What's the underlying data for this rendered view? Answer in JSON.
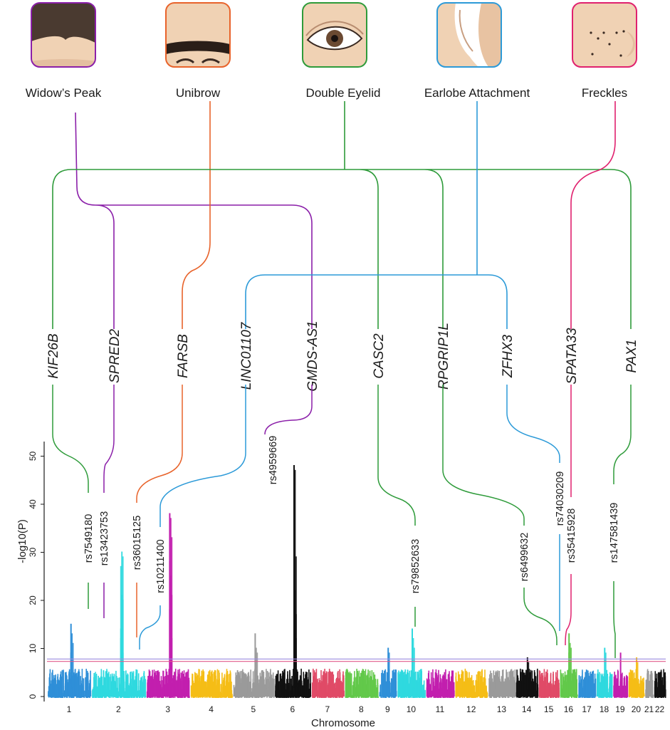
{
  "traits": [
    {
      "label": "Widow’s Peak",
      "color": "#8B1FA9",
      "icon": "widows-peak-icon"
    },
    {
      "label": "Unibrow",
      "color": "#E8632B",
      "icon": "unibrow-icon"
    },
    {
      "label": "Double Eyelid",
      "color": "#2E9B3A",
      "icon": "double-eyelid-icon"
    },
    {
      "label": "Earlobe Attachment",
      "color": "#2C9AD8",
      "icon": "earlobe-icon"
    },
    {
      "label": "Freckles",
      "color": "#E0216E",
      "icon": "freckles-icon"
    }
  ],
  "genes": [
    {
      "label": "KIF26B",
      "color": "#2E9B3A"
    },
    {
      "label": "SPRED2",
      "color": "#8B1FA9"
    },
    {
      "label": "FARSB",
      "color": "#E8632B"
    },
    {
      "label": "LINC01107",
      "color": "#2C9AD8"
    },
    {
      "label": "GMDS-AS1",
      "color": "#8B1FA9"
    },
    {
      "label": "CASC2",
      "color": "#2E9B3A"
    },
    {
      "label": "RPGRIP1L",
      "color": "#2E9B3A"
    },
    {
      "label": "ZFHX3",
      "color": "#2C9AD8"
    },
    {
      "label": "SPATA33",
      "color": "#E0216E"
    },
    {
      "label": "PAX1",
      "color": "#2E9B3A"
    }
  ],
  "snps": [
    {
      "label": "rs7549180",
      "chr": "1",
      "y": 15,
      "color": "#2E9B3A"
    },
    {
      "label": "rs13423753",
      "chr": "2",
      "y": 14,
      "color": "#8B1FA9"
    },
    {
      "label": "rs36015125",
      "chr": "2",
      "y": 9,
      "color": "#E8632B"
    },
    {
      "label": "rs10211400",
      "chr": "2",
      "y": 11,
      "color": "#2C9AD8"
    },
    {
      "label": "rs4959669",
      "chr": "6",
      "y": 48,
      "color": "#8B1FA9"
    },
    {
      "label": "rs79852633",
      "chr": "10",
      "y": 14,
      "color": "#2E9B3A"
    },
    {
      "label": "rs6499632",
      "chr": "16",
      "y": 10,
      "color": "#2E9B3A"
    },
    {
      "label": "rs74030209",
      "chr": "16",
      "y": 13,
      "color": "#2C9AD8"
    },
    {
      "label": "rs35415928",
      "chr": "16",
      "y": 11,
      "color": "#E0216E"
    },
    {
      "label": "rs147581439",
      "chr": "20",
      "y": 8,
      "color": "#2E9B3A"
    }
  ],
  "chart_data": {
    "type": "scatter",
    "subtype": "manhattan",
    "xlabel": "Chromosome",
    "ylabel": "-log10(P)",
    "ylim": [
      0,
      55
    ],
    "yticks": [
      0,
      10,
      20,
      30,
      40,
      50
    ],
    "chromosomes": [
      "1",
      "2",
      "3",
      "4",
      "5",
      "6",
      "7",
      "8",
      "9",
      "10",
      "11",
      "12",
      "13",
      "14",
      "15",
      "16",
      "17",
      "18",
      "19",
      "20",
      "21",
      "22"
    ],
    "chromosome_colors": [
      "#2F8FD8",
      "#2FD9DF",
      "#C21FAE",
      "#F5BD16",
      "#9A9A9A",
      "#111111",
      "#E04A67",
      "#62C94A",
      "#2F8FD8",
      "#2FD9DF",
      "#C21FAE",
      "#F5BD16",
      "#9A9A9A",
      "#111111",
      "#E04A67",
      "#62C94A",
      "#2F8FD8",
      "#2FD9DF",
      "#C21FAE",
      "#F5BD16",
      "#9A9A9A",
      "#111111"
    ],
    "threshold_lines": [
      {
        "value": 7.3,
        "color": "#E05A8A"
      },
      {
        "value": 7.8,
        "color": "#9C8CE0"
      }
    ],
    "peaks": [
      {
        "chr": "1",
        "values": [
          15,
          13,
          11,
          9
        ]
      },
      {
        "chr": "2",
        "values": [
          14,
          30,
          29,
          27,
          21,
          20,
          12,
          10,
          9
        ]
      },
      {
        "chr": "3",
        "values": [
          38,
          37,
          33,
          28,
          25,
          21,
          18,
          15,
          12
        ]
      },
      {
        "chr": "5",
        "values": [
          13,
          10,
          9
        ]
      },
      {
        "chr": "6",
        "values": [
          48,
          47,
          29,
          25,
          22,
          17,
          15,
          13,
          12,
          11
        ]
      },
      {
        "chr": "9",
        "values": [
          10,
          9
        ]
      },
      {
        "chr": "10",
        "values": [
          14,
          12,
          10
        ]
      },
      {
        "chr": "14",
        "values": [
          8,
          7
        ]
      },
      {
        "chr": "16",
        "values": [
          13,
          11,
          10,
          9
        ]
      },
      {
        "chr": "18",
        "values": [
          10,
          9
        ]
      },
      {
        "chr": "19",
        "values": [
          9
        ]
      },
      {
        "chr": "20",
        "values": [
          8,
          7
        ]
      }
    ]
  }
}
